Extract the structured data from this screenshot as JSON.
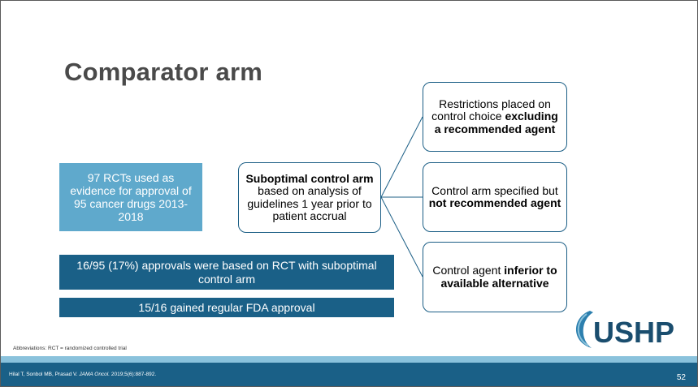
{
  "title": "Comparator arm",
  "evidence_box": "97 RCTs used as evidence for approval of 95 cancer drugs 2013-2018",
  "center_box": {
    "bold": "Suboptimal control arm",
    "rest": " based on analysis of guidelines 1 year prior to patient accrual"
  },
  "right_boxes": [
    {
      "normal": "Restrictions placed on control choice ",
      "bold": "excluding a recommended agent",
      "after": ""
    },
    {
      "normal": "Control arm specified but ",
      "bold": "not recommended agent",
      "after": ""
    },
    {
      "normal": "Control agent ",
      "bold": "inferior to available alternative",
      "after": ""
    }
  ],
  "bar1": "16/95 (17%) approvals were based on RCT with suboptimal control arm",
  "bar2": "15/16 gained regular FDA approval",
  "logo_text": "USHP",
  "abbreviations": "Abbreviations: RCT = randomized controlled trial",
  "citation": {
    "authors": "Hilal T, Sonbol MB, Prasad V. ",
    "journal": "JAMA Oncol.",
    "details": " 2019;5(6):887-892."
  },
  "page_number": "52",
  "colors": {
    "dark_blue": "#1a6087",
    "light_blue": "#5fa9cc",
    "strip_blue": "#8ac2dc",
    "title_gray": "#4a4a4a"
  }
}
